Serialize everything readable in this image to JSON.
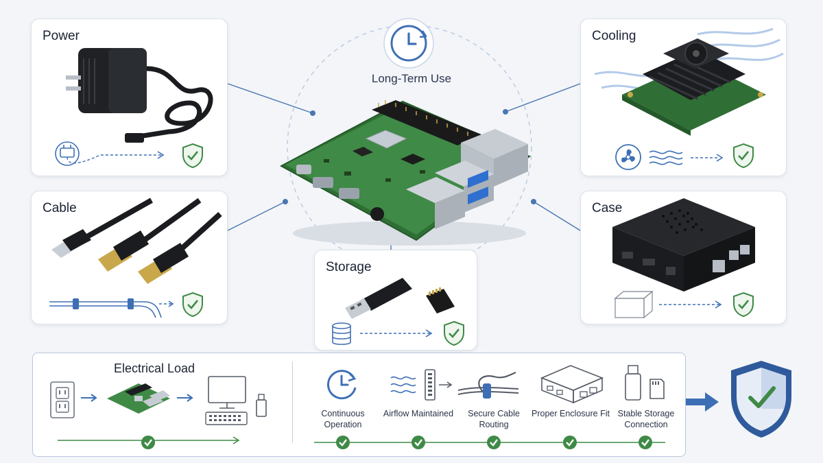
{
  "center": {
    "title": "Long-Term Use"
  },
  "cards": {
    "power": {
      "title": "Power"
    },
    "cable": {
      "title": "Cable"
    },
    "storage": {
      "title": "Storage"
    },
    "cooling": {
      "title": "Cooling"
    },
    "case": {
      "title": "Case"
    }
  },
  "bottom": {
    "electrical_load_title": "Electrical Load",
    "steps": [
      {
        "label": "Continuous Operation",
        "icon": "clock-cycle-icon"
      },
      {
        "label": "Airflow Maintained",
        "icon": "airflow-icon"
      },
      {
        "label": "Secure Cable Routing",
        "icon": "cable-tie-icon"
      },
      {
        "label": "Proper Enclosure Fit",
        "icon": "enclosure-icon"
      },
      {
        "label": "Stable Storage Connection",
        "icon": "usb-sd-icon"
      }
    ]
  },
  "colors": {
    "accent_blue": "#3d6fb5",
    "check_green": "#3f8a46",
    "board_green": "#3b7a3a",
    "dark_device": "#1d1f22"
  }
}
